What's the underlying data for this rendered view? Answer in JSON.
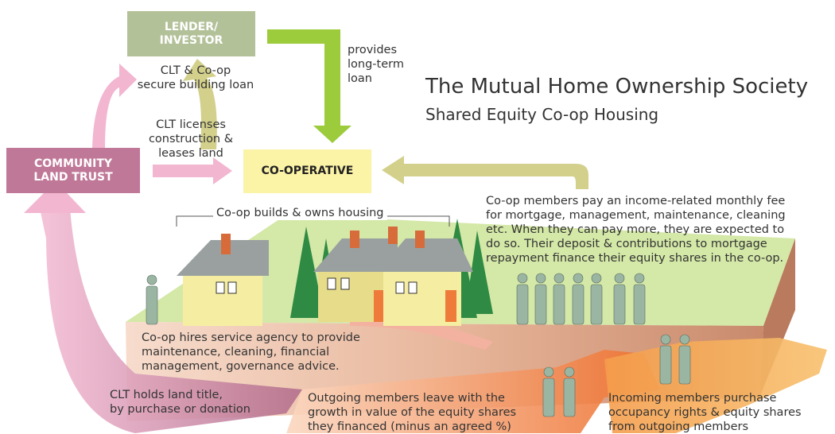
{
  "title": "The Mutual Home Ownership Society",
  "subtitle": "Shared Equity Co-op Housing",
  "boxes": {
    "lender": "LENDER/\nINVESTOR",
    "clt": "COMMUNITY\nLAND TRUST",
    "coop": "CO-OPERATIVE"
  },
  "labels": {
    "secure_loan": "CLT & Co-op\nsecure building loan",
    "long_term_loan": "provides\nlong-term\nloan",
    "licenses": "CLT licenses\nconstruction &\nleases land",
    "builds_owns": "Co-op builds & owns housing",
    "members_pay": "Co-op members pay an income-related monthly fee\nfor mortgage, management, maintenance, cleaning\netc. When they can pay more, they are expected to\ndo so. Their deposit & contributions to mortgage\nrepayment finance their equity shares in the co-op.",
    "service_agency": "Co-op hires service agency to provide\nmaintenance, cleaning, financial\nmanagement, governance advice.",
    "land_title": "CLT holds land title,\nby purchase or donation",
    "outgoing": "Outgoing members leave with the\ngrowth in value of the equity shares\nthey financed (minus an agreed %)",
    "incoming": "Incoming members purchase\noccupancy rights & equity shares\nfrom outgoing members"
  },
  "colors": {
    "lender": "#b3c199",
    "clt": "#c07898",
    "coop": "#fbf3a6",
    "pink_arrow": "#f2b6d0",
    "green_arrow": "#9ccb3b",
    "olive_arrow": "#d3d08c",
    "orange_arrow": "#f08a3c",
    "grass": "#cfe3a4",
    "soil": "#e2b49a",
    "person": "#9bb5a3"
  }
}
